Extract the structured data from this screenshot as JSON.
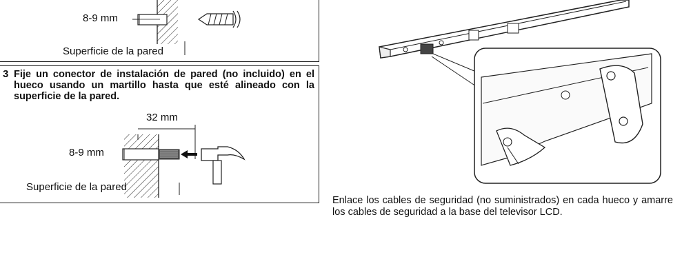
{
  "step2": {
    "depth_label": "8-9 mm",
    "surface_label": "Superficie de la pared"
  },
  "step3": {
    "number": "3",
    "text": "Fije un conector de instalación de pared (no incluido) en el hueco usando un martillo hasta que esté alineado con la superficie de la pared.",
    "length_label": "32 mm",
    "depth_label": "8-9 mm",
    "surface_label": "Superficie de la pared"
  },
  "caption": {
    "text": "Enlace los cables de seguridad (no suministrados) en cada hueco y amarre los cables de seguridad a la base del televisor LCD."
  }
}
